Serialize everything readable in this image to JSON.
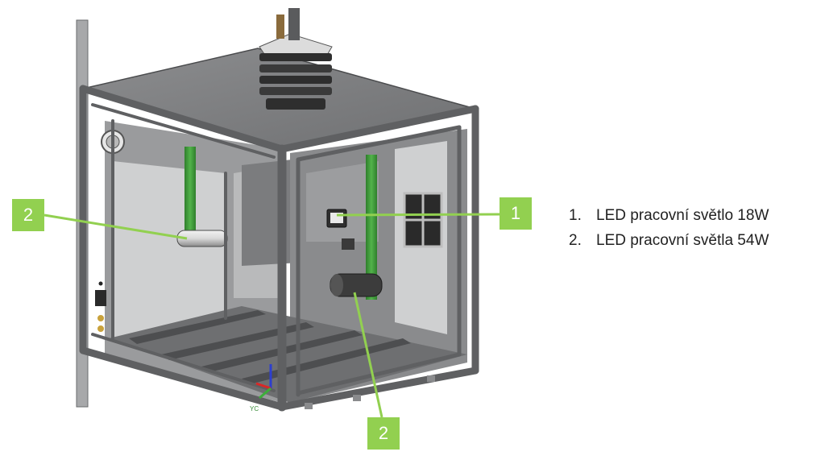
{
  "callouts": {
    "left": "2",
    "right": "1",
    "bottom": "2"
  },
  "legend": [
    {
      "number": "1.",
      "text": "LED pracovní světlo 18W"
    },
    {
      "number": "2.",
      "text": "LED pracovní světla 54W"
    }
  ],
  "axis_label": "YC",
  "colors": {
    "callout": "#92d050",
    "frame": "#5f6062",
    "panel": "#c8c9ca",
    "rail": "#3d9a3a"
  }
}
